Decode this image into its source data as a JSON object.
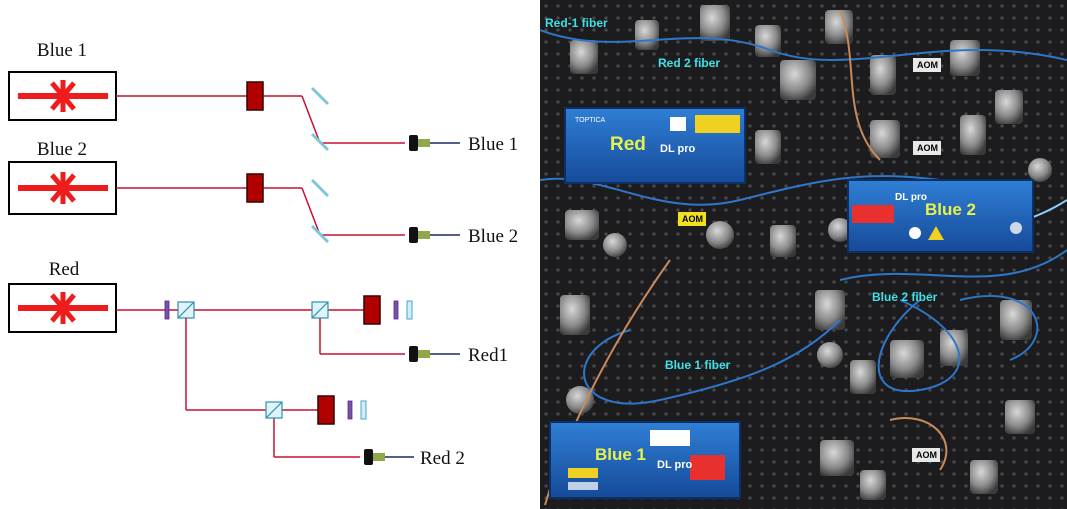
{
  "schematic": {
    "lasers": [
      {
        "id": "blue1",
        "title": "Blue 1"
      },
      {
        "id": "blue2",
        "title": "Blue 2"
      },
      {
        "id": "red",
        "title": "Red"
      }
    ],
    "outputs": {
      "blue1": "Blue 1",
      "blue2": "Blue 2",
      "red1": "Red1",
      "red2": "Red 2"
    }
  },
  "photo": {
    "fiber_labels": {
      "red1": "Red-1 fiber",
      "red2": "Red 2 fiber",
      "blue2": "Blue 2 fiber",
      "blue1": "Blue 1 fiber"
    },
    "aom_label": "AOM",
    "lasers": {
      "red": {
        "label": "Red",
        "model": "DL pro"
      },
      "blue2": {
        "label": "Blue 2",
        "model": "DL pro"
      },
      "blue1": {
        "label": "Blue 1",
        "model": "DL pro"
      }
    }
  },
  "colors": {
    "beam": "#c8102e",
    "isolator": "#b00000",
    "mirror": "#7cc8d8",
    "fiber_collimator": "#8fa84a",
    "photo_label": "#3fe0e6",
    "laser_box": "#1a5fb8",
    "laser_text": "#e8f04a"
  }
}
